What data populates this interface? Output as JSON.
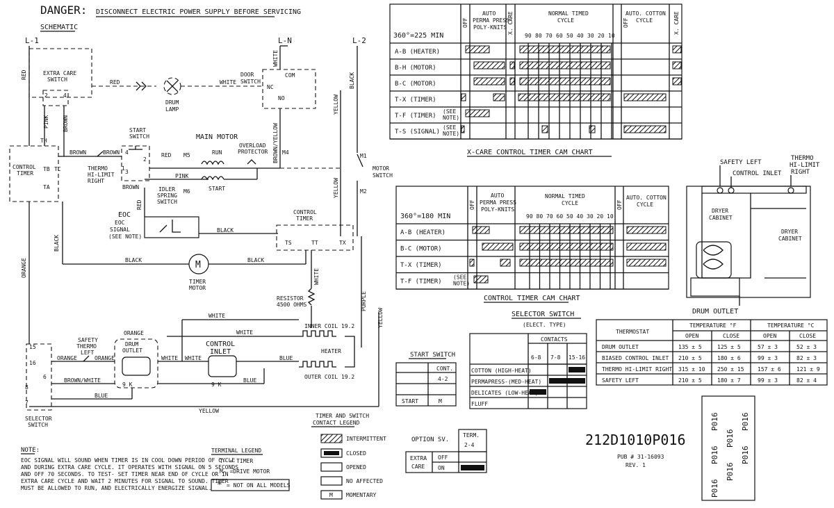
{
  "header": {
    "danger": "DANGER:",
    "warning": "DISCONNECT ELECTRIC POWER SUPPLY BEFORE SERVICING",
    "schematic": "SCHEMATIC"
  },
  "schematic": {
    "l1": "L-1",
    "ln": "L-N",
    "l2": "L-2",
    "red": "RED",
    "white": "WHITE",
    "black": "BLACK",
    "brown": "BROWN",
    "pink": "PINK",
    "yellow": "YELLOW",
    "orange": "ORANGE",
    "blue": "BLUE",
    "purple": "PURPLE",
    "brown_yellow": "BROWN/YELLOW",
    "brown_white": "BROWN/WHITE",
    "extra_care_1": "EXTRA CARE",
    "extra_care_2": "SWITCH",
    "drum_lamp_1": "DRUM",
    "drum_lamp_2": "LAMP",
    "door_switch_1": "DOOR",
    "door_switch_2": "SWITCH",
    "com": "COM",
    "nc": "NC",
    "no": "NO",
    "start_switch_1": "START",
    "start_switch_2": "SWITCH",
    "main_motor": "MAIN MOTOR",
    "run": "RUN",
    "start": "START",
    "overload_1": "OVERLOAD",
    "overload_2": "PROTECTOR",
    "m5": "M5",
    "m6": "M6",
    "m4": "M4",
    "m1": "M1",
    "m2": "M2",
    "motor_switch_1": "MOTOR",
    "motor_switch_2": "SWITCH",
    "control_timer_1": "CONTROL",
    "control_timer_2": "TIMER",
    "th": "TH",
    "tb": "TB",
    "tc": "TC",
    "ta": "TA",
    "ts": "TS",
    "tt": "TT",
    "tx": "TX",
    "thermo_1": "THERMO",
    "thermo_2": "HI-LIMIT",
    "thermo_3": "RIGHT",
    "idler_1": "IDLER",
    "idler_2": "SPRING",
    "idler_3": "SWITCH",
    "eoc_1": "EOC",
    "eoc_2": "SIGNAL",
    "eoc_3": "(SEE NOTE)",
    "timer_motor_1": "TIMER",
    "timer_motor_2": "MOTOR",
    "m": "M",
    "resistor_1": "RESISTOR",
    "resistor_2": "4500 OHMS",
    "inner_coil": "INNER COIL 19.2",
    "outer_coil": "OUTER COIL 19.2",
    "heater": "HEATER",
    "safety_1": "SAFETY",
    "safety_2": "THERMO",
    "safety_3": "LEFT",
    "drum_outlet_1": "DRUM",
    "drum_outlet_2": "OUTLET",
    "control_inlet_1": "CONTROL",
    "control_inlet_2": "INLET",
    "selector_1": "SELECTOR",
    "selector_2": "SWITCH",
    "n15": "15",
    "n16": "16",
    "n8": "8",
    "n7": "7",
    "n6": "6",
    "n2": "2",
    "n4": "4",
    "n1": "1",
    "n3": "3",
    "nine_k_a": "9 K",
    "nine_k_b": "9 K"
  },
  "xcare_chart": {
    "title": "X-CARE CONTROL TIMER CAM CHART",
    "spec": "360°=225 MIN",
    "col_off": "OFF",
    "col_auto_perma": [
      "AUTO",
      "PERMA PRESS",
      "POLY-KNITS"
    ],
    "col_xcare": "X. CARE",
    "col_normal": [
      "NORMAL TIMED",
      "CYCLE"
    ],
    "ticks": [
      "90",
      "80",
      "70",
      "60",
      "50",
      "40",
      "30",
      "20",
      "10"
    ],
    "col_auto_cotton": [
      "AUTO. COTTON",
      "CYCLE"
    ],
    "rows": [
      "A-B (HEATER)",
      "B-H (MOTOR)",
      "B-C (MOTOR)",
      "T-X (TIMER)",
      "T-F (TIMER)",
      "T-S (SIGNAL)"
    ],
    "see_note_1": "(SEE",
    "see_note_2": "NOTE)"
  },
  "control_chart": {
    "title": "CONTROL TIMER CAM CHART",
    "spec": "360°=180 MIN",
    "col_off": "OFF",
    "col_auto_perma": [
      "AUTO",
      "PERMA PRESS",
      "POLY-KNITS"
    ],
    "col_normal": [
      "NORMAL TIMED",
      "CYCLE"
    ],
    "ticks": [
      "90",
      "80",
      "70",
      "60",
      "50",
      "40",
      "30",
      "20",
      "10"
    ],
    "col_auto_cotton": [
      "AUTO. COTTON",
      "CYCLE"
    ],
    "rows": [
      "A-B (HEATER)",
      "B-C (MOTOR)",
      "T-X (TIMER)",
      "T-F (TIMER)"
    ],
    "see_note_1": "(SEE",
    "see_note_2": "NOTE)"
  },
  "cabinet": {
    "safety_left": "SAFETY LEFT",
    "control_inlet": "CONTROL INLET",
    "thermo_1": "THERMO",
    "thermo_2": "HI-LIMIT",
    "thermo_3": "RIGHT",
    "dryer_cabinet_1": "DRYER",
    "dryer_cabinet_2": "CABINET",
    "drum_outlet": "DRUM OUTLET"
  },
  "thermostat_table": {
    "col_thermostat": "THERMOSTAT",
    "temp_f": "TEMPERATURE °F",
    "temp_c": "TEMPERATURE °C",
    "open": "OPEN",
    "close": "CLOSE",
    "rows": [
      {
        "name": "DRUM OUTLET",
        "f_open": "135 ± 5",
        "f_close": "125 ± 5",
        "c_open": "57 ± 3",
        "c_close": "52 ± 3"
      },
      {
        "name": "BIASED CONTROL INLET",
        "f_open": "210 ± 5",
        "f_close": "180 ± 6",
        "c_open": "99 ± 3",
        "c_close": "82 ± 3"
      },
      {
        "name": "THERMO HI-LIMIT RIGHT",
        "f_open": "315 ± 10",
        "f_close": "250 ± 15",
        "c_open": "157 ± 6",
        "c_close": "121 ± 9"
      },
      {
        "name": "SAFETY LEFT",
        "f_open": "210 ± 5",
        "f_close": "180 ± 7",
        "c_open": "99 ± 3",
        "c_close": "82 ± 4"
      }
    ]
  },
  "selector_switch": {
    "title": "SELECTOR SWITCH",
    "subtitle": "(ELECT. TYPE)",
    "contacts": "CONTACTS",
    "cols": [
      "6-8",
      "7-8",
      "15-16"
    ],
    "rows": [
      "COTTON (HIGH-HEAT)",
      "PERMAPRESS-(MED-HEAT)",
      "DELICATES (LOW-HEAT)",
      "FLUFF"
    ]
  },
  "start_switch": {
    "title": "START SWITCH",
    "cont": "CONT.",
    "pair": "4-2",
    "start": "START",
    "m": "M"
  },
  "legend": {
    "title_1": "TIMER AND SWITCH",
    "title_2": "CONTACT LEGEND",
    "intermittent": "INTERMITTENT",
    "closed": "CLOSED",
    "opened": "OPENED",
    "no_affected": "NO AFFECTED",
    "momentary": "MOMENTARY",
    "m": "M"
  },
  "option": {
    "label": "OPTION SV.",
    "term_1": "TERM.",
    "term_2": "2-4",
    "extra_1": "EXTRA",
    "extra_2": "CARE",
    "off": "OFF",
    "on": "ON"
  },
  "note": {
    "title": "NOTE:",
    "lines": [
      "EOC SIGNAL WILL SOUND WHEN TIMER IS IN COOL DOWN PERIOD OF CYCLE",
      "AND DURING EXTRA CARE CYCLE. IT OPERATES WITH SIGNAL ON 5 SECONDS",
      "AND OFF 70 SECONDS. TO TEST- SET TIMER NEAR END OF CYCLE OR IN",
      "EXTRA CARE CYCLE AND WAIT 2 MINUTES FOR SIGNAL TO SOUND. TIMER",
      "MUST BE ALLOWED TO RUN, AND ELECTRICALLY ENERGIZE SIGNAL."
    ]
  },
  "terminal_legend": {
    "title": "TERMINAL LEGEND",
    "t": "T- = TIMER",
    "m": "M- =DRIVE MOTOR",
    "star": "*",
    "not_all": "= NOT ON ALL MODELS"
  },
  "part": {
    "number": "212D1010P016",
    "pub": "PUB # 31-16093",
    "rev": "REV. 1",
    "stamp": "P016"
  }
}
